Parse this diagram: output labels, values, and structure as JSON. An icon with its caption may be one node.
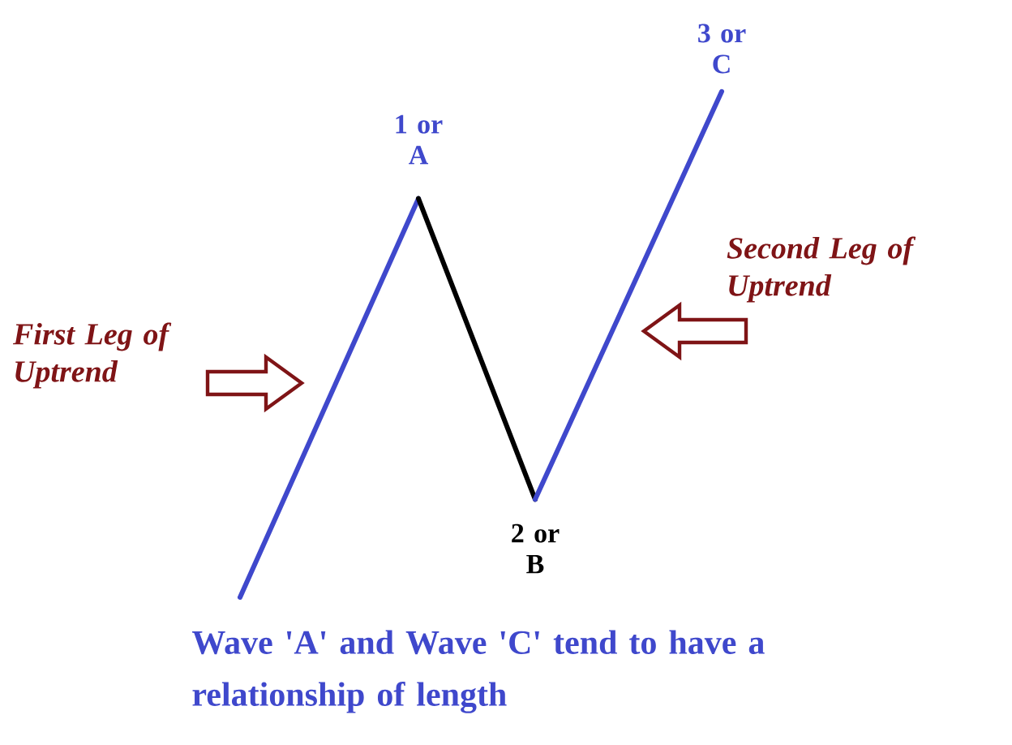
{
  "diagram": {
    "caption": "Wave 'A' and Wave 'C' tend to have a relationship of length",
    "nodes": [
      {
        "text": [
          "1 or A"
        ]
      },
      {
        "text": [
          "2 or B"
        ]
      },
      {
        "text": [
          "3 or C"
        ]
      },
      {
        "text": [
          "First Leg of Uptrend"
        ]
      },
      {
        "text": [
          "Second Leg of Uptrend"
        ]
      }
    ],
    "edges": [
      {
        "from": null,
        "to": 0,
        "arrow": "none"
      },
      {
        "from": 0,
        "to": 1,
        "arrow": "none",
        "color": "#000000"
      },
      {
        "from": 1,
        "to": 2,
        "arrow": "none"
      },
      {
        "from": 3,
        "to": null,
        "arrow": "to",
        "color": "#7f1416"
      },
      {
        "from": 4,
        "to": null,
        "arrow": "to",
        "color": "#7f1416"
      }
    ]
  }
}
